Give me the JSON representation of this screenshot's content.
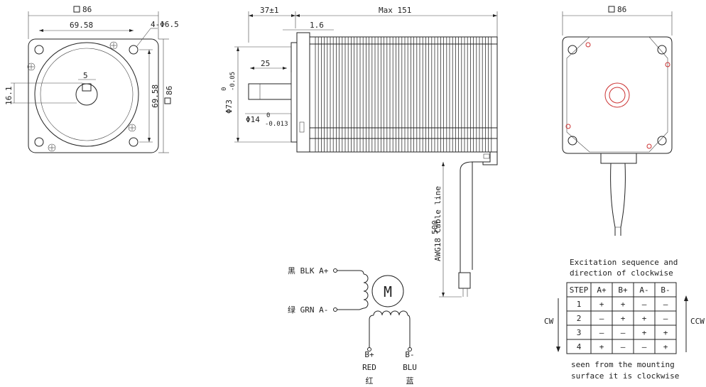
{
  "front_view": {
    "flange_size": "86",
    "hole_pitch_horizontal": "69.58",
    "hole_pitch_vertical": "69.58",
    "flange_size_side": "86",
    "mounting_holes": "4-Φ6.5",
    "key_width": "5",
    "shaft_flat": "16.1"
  },
  "side_view": {
    "flange_thickness": "37±1",
    "body_length": "Max 151",
    "flange_step": "1.6",
    "shaft_length": "25",
    "pilot_diameter": "Φ73",
    "pilot_tol_upper": "0",
    "pilot_tol_lower": "-0.05",
    "shaft_diameter": "Φ14",
    "shaft_tol_upper": "0",
    "shaft_tol_lower": "-0.013",
    "cable_length": "500",
    "cable_spec": "AWG18 Cable line"
  },
  "rear_view": {
    "flange_size": "86"
  },
  "wiring": {
    "motor_symbol": "M",
    "a_plus": "黑 BLK A+",
    "a_minus": "绿 GRN A-",
    "b_plus_label": "B+",
    "b_plus_color": "RED",
    "b_plus_cn": "红",
    "b_minus_label": "B-",
    "b_minus_color": "BLU",
    "b_minus_cn": "蓝"
  },
  "excitation": {
    "title_line1": "Excitation sequence and",
    "title_line2": "direction of clockwise",
    "headers": [
      "STEP",
      "A+",
      "B+",
      "A-",
      "B-"
    ],
    "rows": [
      [
        "1",
        "+",
        "+",
        "–",
        "–"
      ],
      [
        "2",
        "–",
        "+",
        "+",
        "–"
      ],
      [
        "3",
        "–",
        "–",
        "+",
        "+"
      ],
      [
        "4",
        "+",
        "–",
        "–",
        "+"
      ]
    ],
    "cw_label": "CW",
    "ccw_label": "CCW",
    "footer_line1": "seen from the mounting",
    "footer_line2": "surface it is clockwise"
  }
}
